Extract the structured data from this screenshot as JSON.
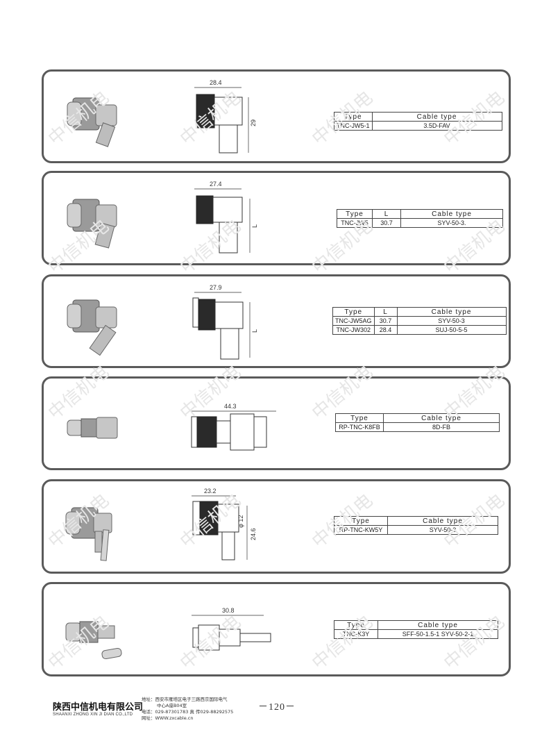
{
  "products": [
    {
      "drawing": {
        "dim_width": "28.4",
        "dim_height": "29",
        "style": "right-angle"
      },
      "table": {
        "headers": [
          "Type",
          "Cable type"
        ],
        "rows": [
          [
            "TNC-JW5-1",
            "3.5D-FAV"
          ]
        ]
      }
    },
    {
      "drawing": {
        "dim_width": "27.4",
        "dim_height": "L",
        "style": "right-angle"
      },
      "table": {
        "headers": [
          "Type",
          "L",
          "Cable type"
        ],
        "rows": [
          [
            "TNC-JW5",
            "30.7",
            "SYV-50-3."
          ]
        ]
      }
    },
    {
      "drawing": {
        "dim_width": "27.9",
        "dim_height": "L",
        "style": "right-angle-long"
      },
      "table": {
        "headers": [
          "Type",
          "L",
          "Cable type"
        ],
        "rows": [
          [
            "TNC-JW5AG",
            "30.7",
            "SYV-50-3"
          ],
          [
            "TNC-JW302",
            "28.4",
            "SUJ-50-5-5"
          ]
        ]
      }
    },
    {
      "drawing": {
        "dim_width": "44.3",
        "dim_height": "",
        "style": "straight"
      },
      "table": {
        "headers": [
          "Type",
          "Cable type"
        ],
        "rows": [
          [
            "RP-TNC-K8FB",
            "8D-FB"
          ]
        ]
      }
    },
    {
      "drawing": {
        "dim_width": "23.2",
        "dim_height": "24.6",
        "dim_dia": "φ 12",
        "style": "right-angle-crimp"
      },
      "table": {
        "headers": [
          "Type",
          "Cable type"
        ],
        "rows": [
          [
            "RP-TNC-KW5Y",
            "SYV-50-3"
          ]
        ]
      }
    },
    {
      "drawing": {
        "dim_width": "30.8",
        "dim_height": "",
        "style": "straight-crimp"
      },
      "table": {
        "headers": [
          "Type",
          "Cable type"
        ],
        "rows": [
          [
            "TNC-K3Y",
            "SFF-50-1.5-1  SYV-50-2-1"
          ]
        ]
      }
    }
  ],
  "watermark": "中信机电",
  "footer": {
    "company_cn": "陕西中信机电有限公司",
    "company_en": "SHAANXI ZHONG XIN JI DIAN CO.,LTD",
    "address_line1": "地址：西安市雁塔区电子三路西京国际电气",
    "address_line2": "中心A座B04室",
    "phone_line": "电话：029-87301783      真  传029-88292575",
    "web_line": "网址：WWW.zxcable.cn",
    "page_number": "－120－"
  },
  "colors": {
    "panel_border": "#5a5a5a",
    "metal": "#bcbcbc",
    "knurl": "#2a2a2a",
    "watermark": "#e6e6e6"
  }
}
